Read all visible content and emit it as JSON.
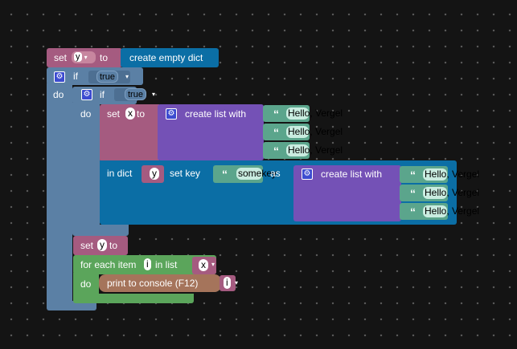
{
  "blocks": {
    "set_y": {
      "set": "set",
      "var": "y",
      "dd": "▾",
      "to": "to",
      "value": "create empty dict"
    },
    "if_outer": {
      "if": "if",
      "cond": "true",
      "dd": "▾",
      "do": "do"
    },
    "if_inner": {
      "if": "if",
      "cond": "true",
      "dd": "▾",
      "do": "do"
    },
    "set_x": {
      "set": "set",
      "var": "x",
      "to": "to",
      "value": "create list with"
    },
    "list_x_items": [
      "Hello, Vergel",
      "Hello, Vergel",
      "Hello, Vergel"
    ],
    "in_dict": {
      "in_dict": "in dict",
      "var": "y",
      "set_key": "set key",
      "key": "somekey",
      "as": "as",
      "value": "create list with"
    },
    "list_dict_items": [
      "Hello, Vergel",
      "Hello, Vergel",
      "Hello, Vergel"
    ],
    "set_y_x": {
      "set": "set",
      "var": "y",
      "to": "to"
    },
    "for_each": {
      "label": "for each item",
      "item": "i",
      "in_list": "in list",
      "list": "x",
      "do": "do"
    },
    "print": {
      "label": "print to console (F12)",
      "arg": "i"
    }
  },
  "icons": {
    "gear": "gear-icon",
    "dropdown": "chevron-down-icon",
    "quote": "quote-icon"
  },
  "colors": {
    "workspace": "#141414",
    "control": "#5b80a5",
    "variable": "#a55b80",
    "dictionary": "#0b6ea5",
    "list": "#7451b6",
    "text": "#5ba58c",
    "loop": "#5ba55b",
    "procedure": "#a5745b",
    "gear": "#3c4bd0"
  }
}
